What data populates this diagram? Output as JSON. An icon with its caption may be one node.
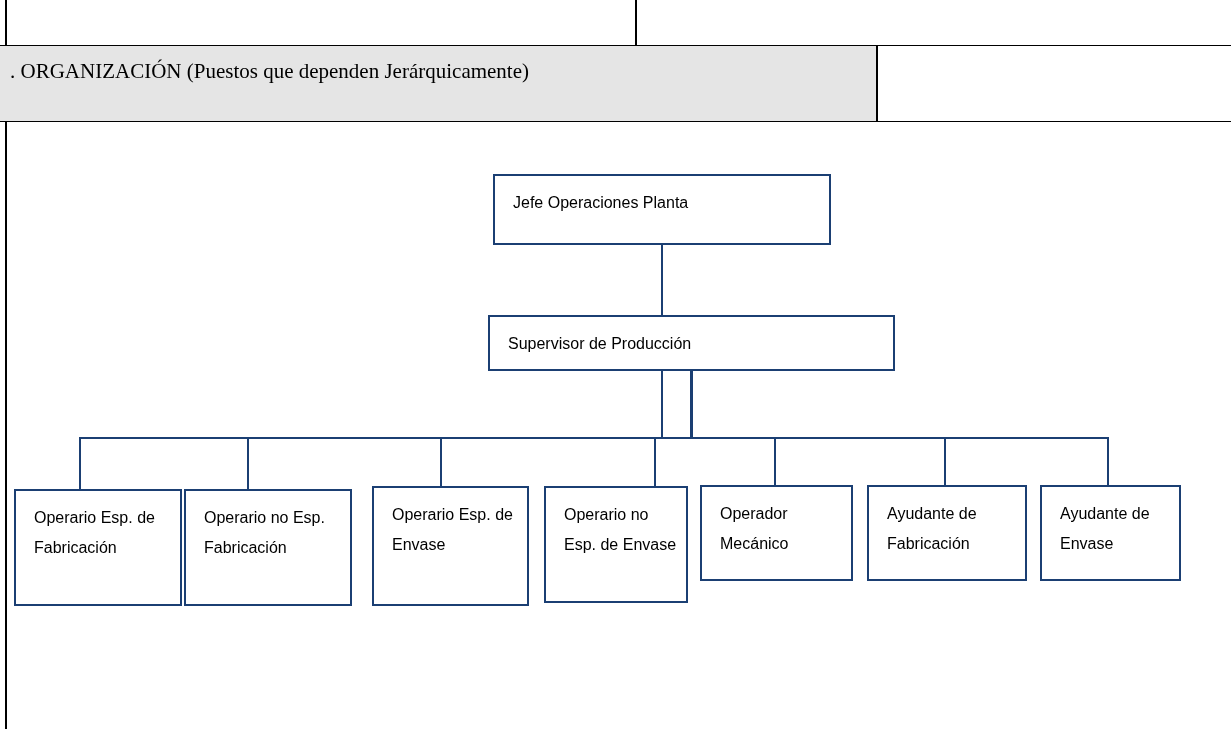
{
  "diagram": {
    "title": ". ORGANIZACIÓN (Puestos que dependen Jerárquicamente)",
    "nodes": [
      {
        "text": [
          "Jefe Operaciones Planta"
        ]
      },
      {
        "text": [
          "Supervisor de Producción"
        ]
      },
      {
        "text": [
          "Operario Esp. de Fabricación"
        ]
      },
      {
        "text": [
          "Operario no Esp. Fabricación"
        ]
      },
      {
        "text": [
          "Operario Esp. de Envase"
        ]
      },
      {
        "text": [
          "Operario no Esp. de Envase"
        ]
      },
      {
        "text": [
          "Operador Mecánico"
        ]
      },
      {
        "text": [
          "Ayudante de Fabricación"
        ]
      },
      {
        "text": [
          "Ayudante de Envase"
        ]
      }
    ],
    "edges": [
      {
        "from": 0,
        "to": 1,
        "arrow": "none"
      },
      {
        "from": 1,
        "to": 2,
        "arrow": "none"
      },
      {
        "from": 1,
        "to": 3,
        "arrow": "none"
      },
      {
        "from": 1,
        "to": 4,
        "arrow": "none"
      },
      {
        "from": 1,
        "to": 5,
        "arrow": "none"
      },
      {
        "from": 1,
        "to": 6,
        "arrow": "none"
      },
      {
        "from": 1,
        "to": 7,
        "arrow": "none"
      },
      {
        "from": 1,
        "to": 8,
        "arrow": "none"
      }
    ]
  }
}
